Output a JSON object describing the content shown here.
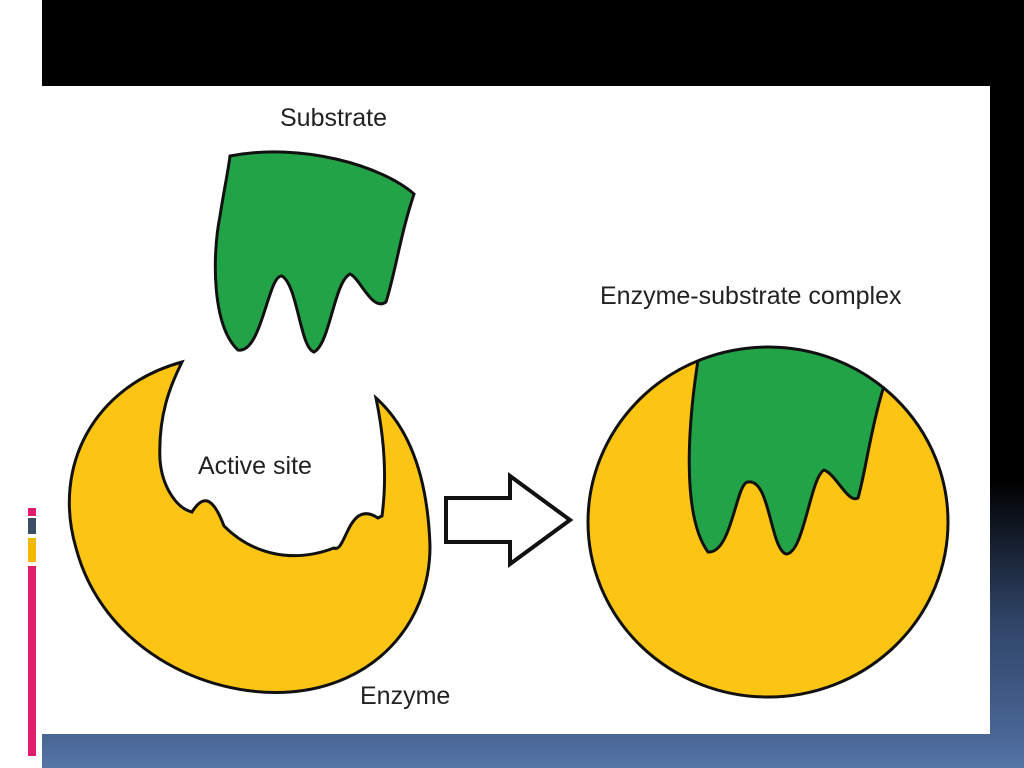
{
  "slide": {
    "colors": {
      "header": "#000000",
      "footer_band": "#5576a8",
      "accent_pink": "#e31b6d",
      "accent_yellow": "#f5b700",
      "accent_slate": "#3d4e66"
    }
  },
  "diagram": {
    "labels": {
      "substrate": "Substrate",
      "active_site": "Active site",
      "enzyme": "Enzyme",
      "complex": "Enzyme-substrate complex"
    },
    "colors": {
      "enzyme_fill": "#fdc513",
      "substrate_fill": "#23a347",
      "outline": "#111111",
      "arrow_fill": "#ffffff"
    }
  }
}
